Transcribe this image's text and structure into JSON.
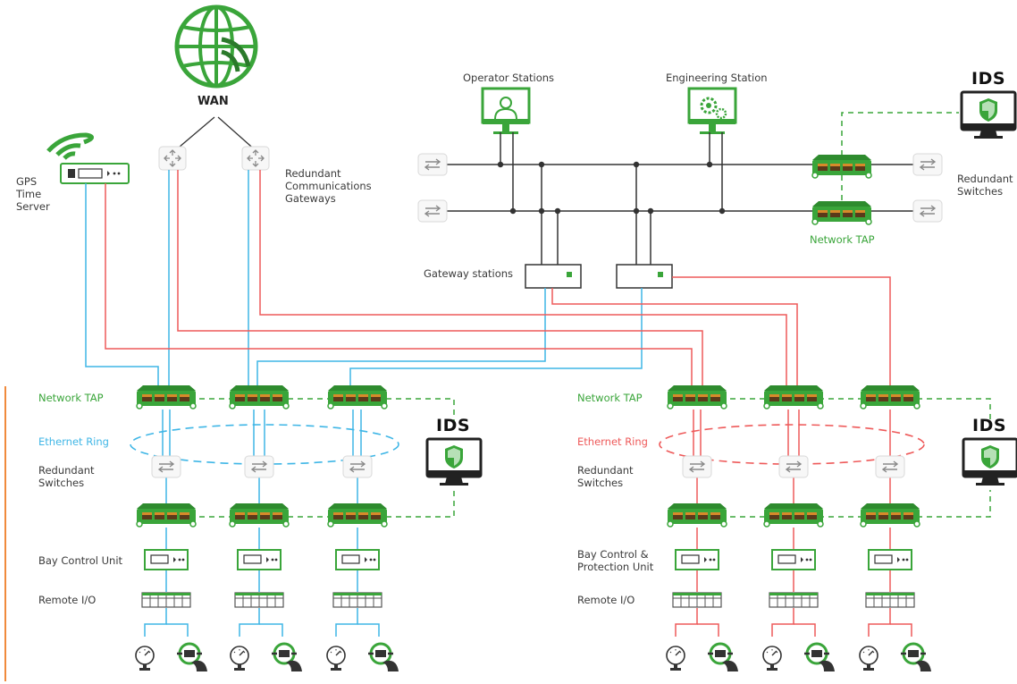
{
  "labels": {
    "wan": "WAN",
    "gps": "GPS\nTime\nServer",
    "redundant_comm_gateways": "Redundant\nCommunications\nGateways",
    "operator_stations": "Operator Stations",
    "engineering_station": "Engineering Station",
    "ids": "IDS",
    "redundant_switches_top": "Redundant\nSwitches",
    "network_tap_top": "Network TAP",
    "gateway_stations": "Gateway stations",
    "left": {
      "network_tap": "Network TAP",
      "ethernet_ring": "Ethernet Ring",
      "redundant_switches": "Redundant\nSwitches",
      "bay_unit": "Bay Control Unit",
      "remote_io": "Remote I/O"
    },
    "right": {
      "network_tap": "Network TAP",
      "ethernet_ring": "Ethernet Ring",
      "redundant_switches": "Redundant\nSwitches",
      "bay_unit": "Bay Control &\nProtection Unit",
      "remote_io": "Remote I/O"
    }
  },
  "colors": {
    "green": "#3aa53a",
    "blue": "#3fb6e6",
    "red": "#ee5a5a",
    "dark": "#333333",
    "gray": "#9a9a9a"
  }
}
